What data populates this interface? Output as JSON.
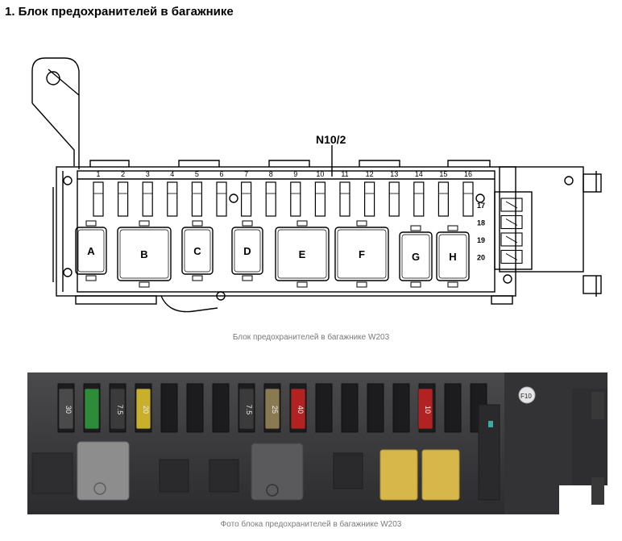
{
  "heading": "1. Блок предохранителей в багажнике",
  "diagram": {
    "code": "N10/2",
    "fuse_numbers": [
      "1",
      "2",
      "3",
      "4",
      "5",
      "6",
      "7",
      "8",
      "9",
      "10",
      "11",
      "12",
      "13",
      "14",
      "15",
      "16"
    ],
    "relays": [
      "A",
      "B",
      "C",
      "D",
      "E",
      "F",
      "G",
      "H"
    ],
    "side_fuses": [
      "17",
      "18",
      "19",
      "20"
    ],
    "caption": "Блок предохранителей в багажнике W203"
  },
  "photo": {
    "fuse_labels": [
      "30",
      "",
      "7.5",
      "20",
      "7.5",
      "25",
      "40",
      "10"
    ],
    "corner_label": "F10",
    "caption": "Фото блока предохранителей в багажнике W203",
    "colors": {
      "background": "#3a3a3c",
      "relay_yellow": "#d8b84a",
      "relay_gray": "#8b8b8b",
      "fuse_green": "#2e8b3a",
      "fuse_red": "#b22222",
      "fuse_yellow": "#c9b02c"
    }
  }
}
